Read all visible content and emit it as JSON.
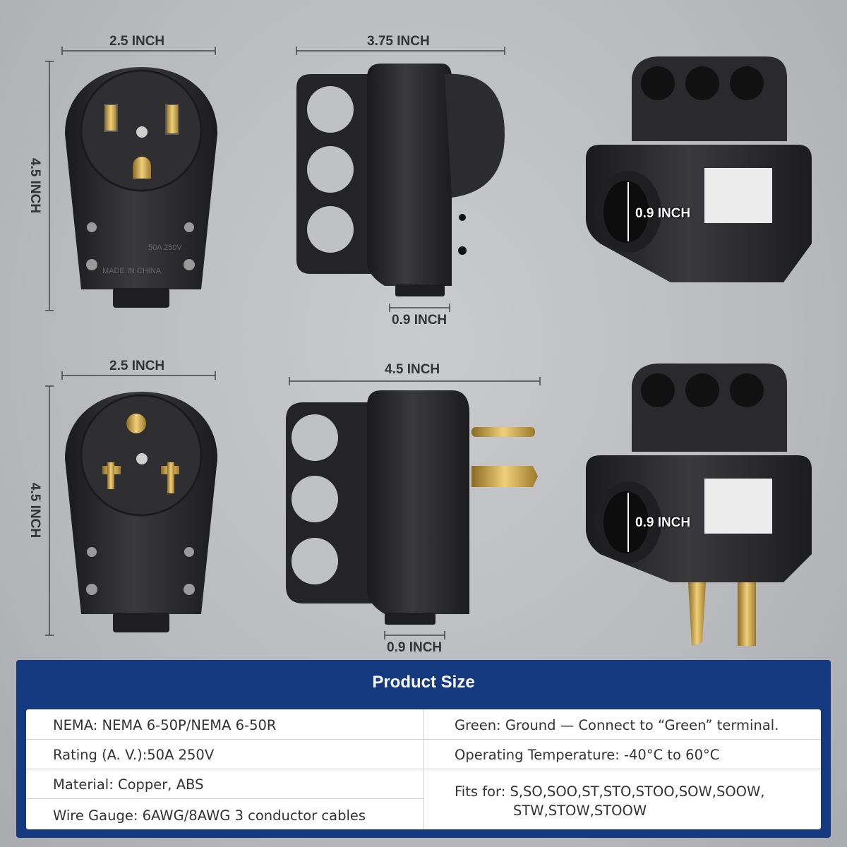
{
  "dimensions": {
    "top_left_width": "2.5 INCH",
    "top_left_height": "4.5 INCH",
    "top_mid_width": "3.75 INCH",
    "top_mid_bottom": "0.9 INCH",
    "top_right_diameter": "0.9 INCH",
    "bot_left_width": "2.5 INCH",
    "bot_left_height": "4.5 INCH",
    "bot_mid_width": "4.5 INCH",
    "bot_mid_bottom": "0.9 INCH",
    "bot_right_diameter": "0.9 INCH"
  },
  "product_labels": {
    "made_in": "MADE IN CHINA",
    "rating_top": "50A 250V"
  },
  "colors": {
    "panel": "#15397f",
    "plug_body": "#2a2a2c",
    "brass": "#c9a245"
  },
  "panel": {
    "title": "Product Size",
    "rows_left": [
      "NEMA: NEMA 6-50P/NEMA 6-50R",
      "Rating (A. V.):50A 250V",
      "Material: Copper, ABS",
      "Wire Gauge: 6AWG/8AWG 3 conductor cables"
    ],
    "rows_right": [
      "Green: Ground — Connect to “Green” terminal.",
      "Operating Temperature: -40°C to 60°C",
      "Fits for: S,SO,SOO,ST,STO,STOO,SOW,SOOW,",
      "STW,STOW,STOOW"
    ]
  }
}
